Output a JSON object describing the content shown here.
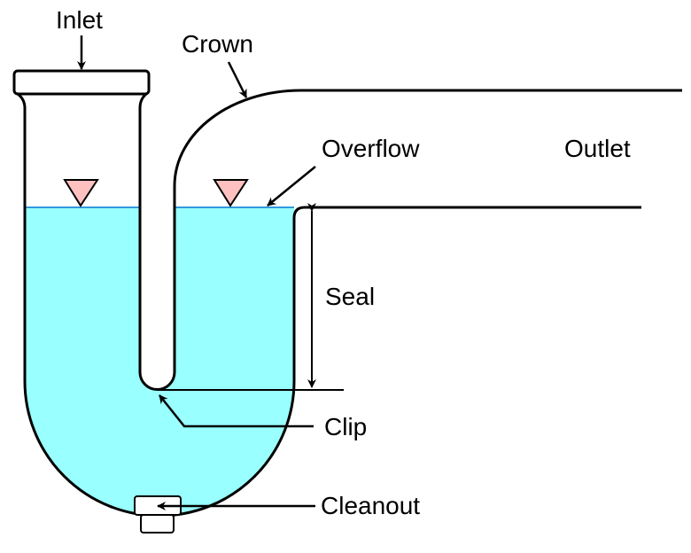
{
  "title": "P-trap diagram",
  "labels": {
    "inlet": "Inlet",
    "crown": "Crown",
    "overflow": "Overflow",
    "outlet": "Outlet",
    "seal": "Seal",
    "clip": "Clip",
    "cleanout": "Cleanout"
  },
  "colors": {
    "water": "#99ffff",
    "water_surface": "#3399dd",
    "marker": "#ffc0c0",
    "stroke": "#000000"
  }
}
